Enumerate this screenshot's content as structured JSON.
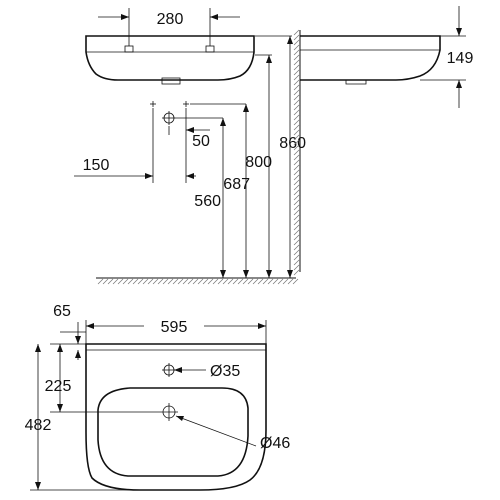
{
  "dimensions": {
    "tap_hole_spacing": "280",
    "basin_height": "149",
    "width_total": "595",
    "edge_offset": "65",
    "drain_to_wall": "150",
    "pipe_offset": "50",
    "height_860": "860",
    "height_800": "800",
    "height_687": "687",
    "height_560": "560",
    "depth_total": "482",
    "tap_hole_depth": "225",
    "tap_hole_diameter": "Ø35",
    "drain_diameter": "Ø46"
  },
  "colors": {
    "line": "#111111",
    "hatch": "#777777",
    "background": "#ffffff"
  }
}
